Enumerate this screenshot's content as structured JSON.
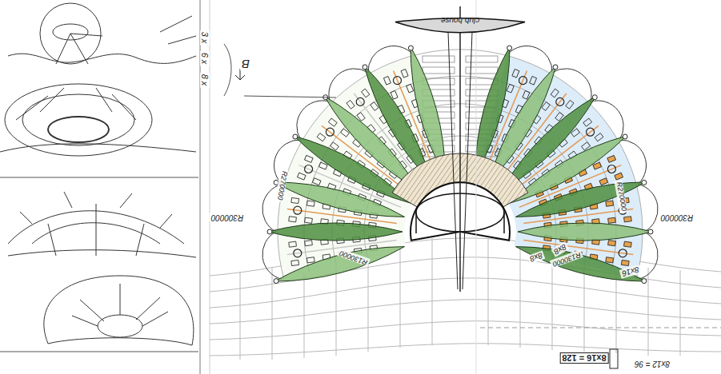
{
  "diagram": {
    "nodes": [
      {
        "text": [
          "club house"
        ]
      }
    ],
    "labels": [
      "B",
      "3 x",
      "6 x",
      "8 x",
      "R270000",
      "R300000",
      "R130000",
      "R270000",
      "R300000",
      "R130000",
      "8x8",
      "8x8",
      "8x16",
      "8x16 = 128",
      "8x12 = 96"
    ]
  }
}
